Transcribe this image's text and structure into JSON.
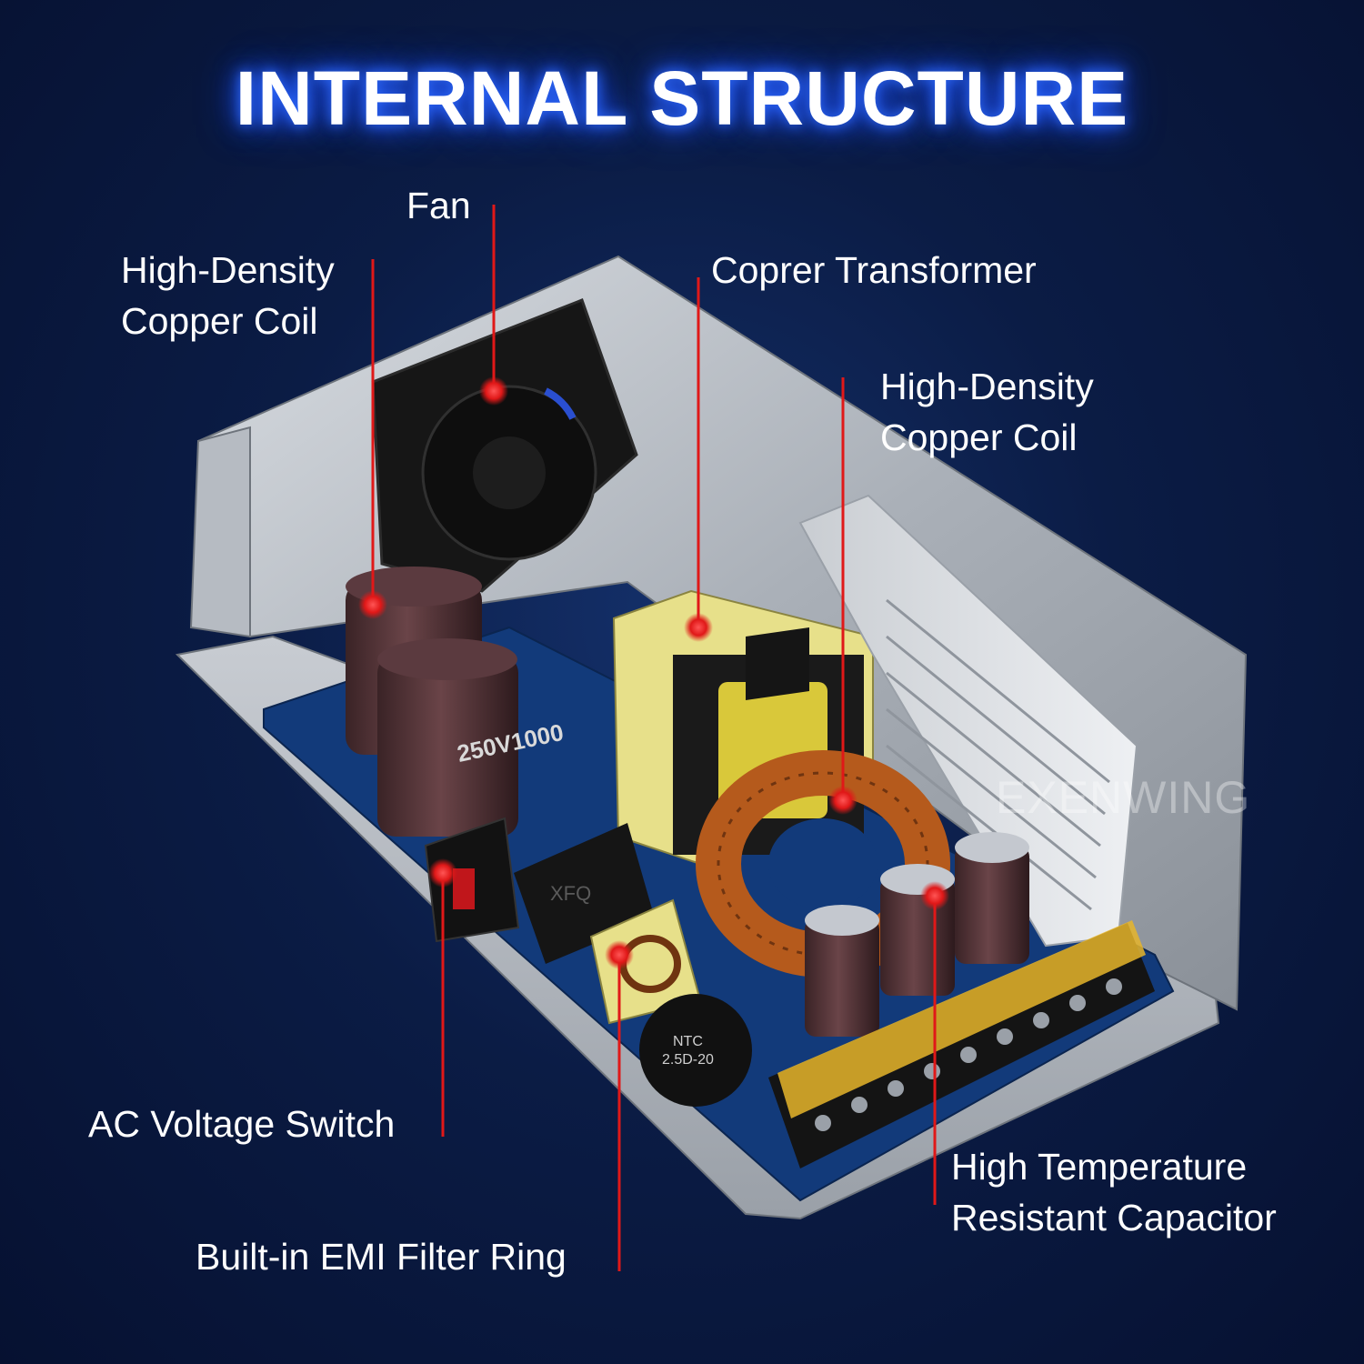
{
  "title": "INTERNAL STRUCTURE",
  "watermark": "EXENWING",
  "callouts": {
    "fan": "Fan",
    "coil_left_line1": "High-Density",
    "coil_left_line2": "Copper Coil",
    "transformer": "Coprer Transformer",
    "coil_right_line1": "High-Density",
    "coil_right_line2": "Copper Coil",
    "ac_switch": "AC Voltage Switch",
    "emi_filter": "Built-in EMI Filter Ring",
    "capacitor_line1": "High Temperature",
    "capacitor_line2": "Resistant Capacitor"
  },
  "component_labels": {
    "cap_rating": "250V1000",
    "ntc_label": "NTC",
    "ntc_value": "2.5D-20",
    "rectifier": "XFQ"
  },
  "colors": {
    "accent_red": "#e01818",
    "glow_blue": "#2f6bff",
    "pcb_blue": "#123a7a",
    "transformer_yellow": "#e7e08a",
    "copper": "#b55a1c"
  }
}
